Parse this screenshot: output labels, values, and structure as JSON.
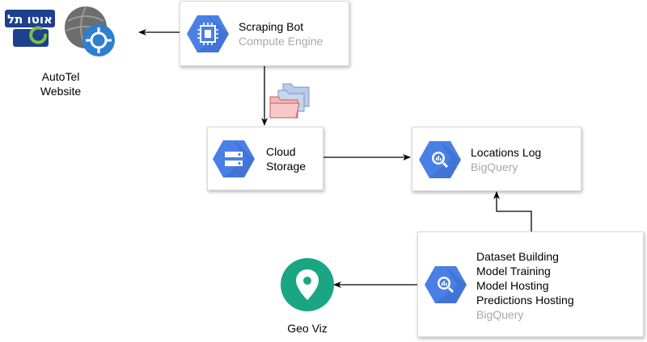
{
  "nodes": {
    "scraping_bot": {
      "title": "Scraping Bot",
      "subtitle": "Compute Engine"
    },
    "cloud_storage": {
      "line1": "Cloud",
      "line2": "Storage"
    },
    "locations_log": {
      "title": "Locations Log",
      "subtitle": "BigQuery"
    },
    "ml_block": {
      "lines": [
        "Dataset Building",
        "Model Training",
        "Model Hosting",
        "Predictions Hosting"
      ],
      "subtitle": "BigQuery"
    },
    "autotel": {
      "line1": "AutoTel",
      "line2": "Website",
      "logo_text": "אוטו תל"
    },
    "geo_viz": {
      "caption": "Geo Viz"
    }
  },
  "colors": {
    "gcp_blue": "#4a7fe6",
    "gcp_blue_dark": "#3b6cc9",
    "subtitle_gray": "#a8a8a8",
    "folder_red": "#f4b6b6",
    "folder_blue": "#b9cde9",
    "geo_green": "#1ba683",
    "edge": "#000000"
  },
  "icons": {
    "compute": "chip-icon",
    "storage": "storage-icon",
    "bigquery": "bigquery-icon",
    "folders": "folders-icon",
    "geo": "map-pin-icon",
    "globe": "globe-icon",
    "logo": "autotel-logo"
  }
}
